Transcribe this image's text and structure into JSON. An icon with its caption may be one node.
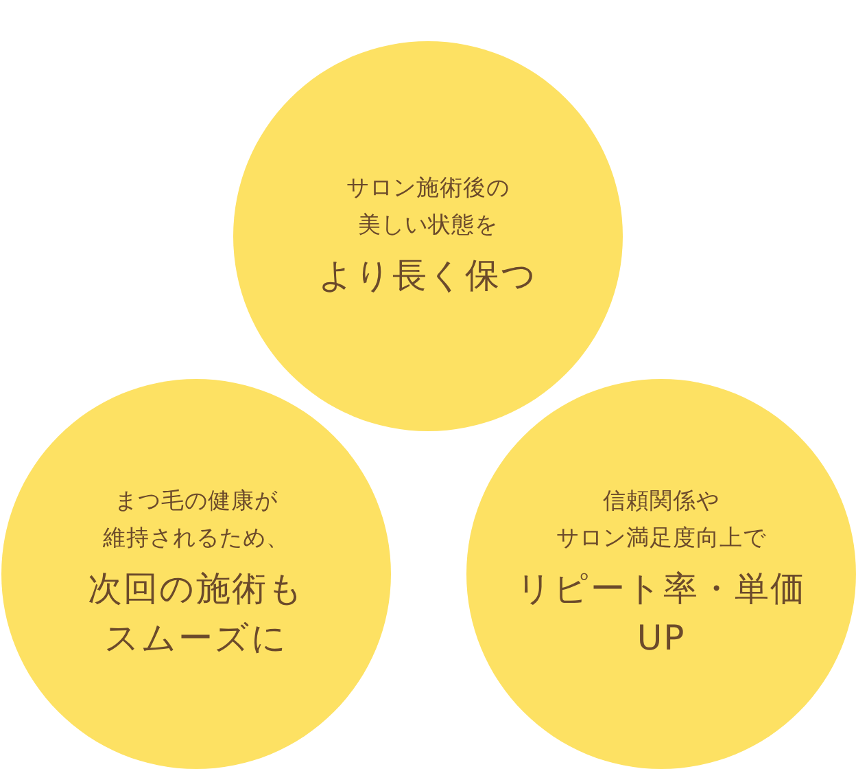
{
  "diagram": {
    "nodes": [
      {
        "text": [
          "サロン施術後の美しい状態を",
          "より長く保つ"
        ]
      },
      {
        "text": [
          "まつ毛の健康が維持されるため、",
          "次回の施術もスムーズに"
        ]
      },
      {
        "text": [
          "信頼関係やサロン満足度向上で",
          "リピート率・単価UP"
        ]
      }
    ]
  }
}
